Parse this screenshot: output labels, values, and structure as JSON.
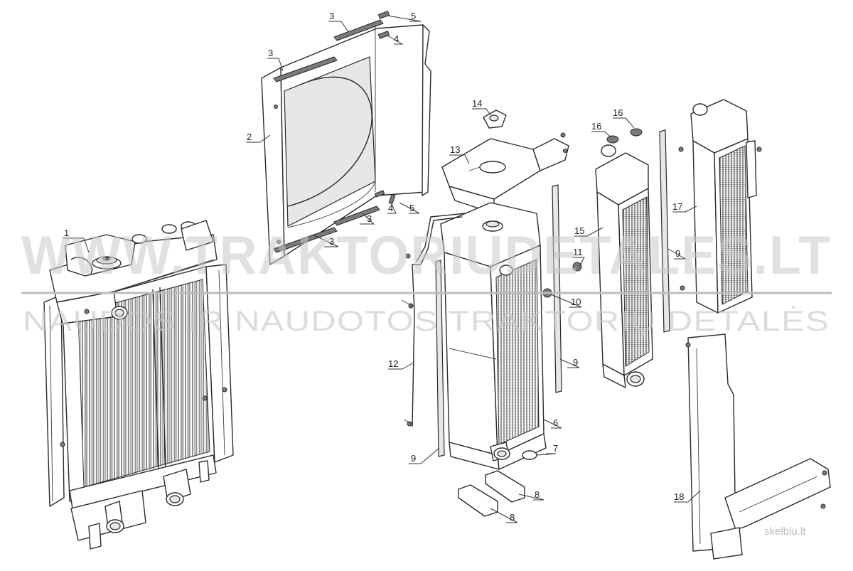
{
  "watermark": {
    "main": "WWW.TRAKTORIUDETALES.LT",
    "sub": "NAUDOS IR NAUDOTOS TRAKTORIŲ DETALĖS",
    "corner": "skelbiu.lt"
  },
  "callouts": [
    {
      "id": "c1",
      "label": "1"
    },
    {
      "id": "c2",
      "label": "2"
    },
    {
      "id": "c3a",
      "label": "3"
    },
    {
      "id": "c3b",
      "label": "3"
    },
    {
      "id": "c3c",
      "label": "3"
    },
    {
      "id": "c3d",
      "label": "3"
    },
    {
      "id": "c4a",
      "label": "4"
    },
    {
      "id": "c4b",
      "label": "4"
    },
    {
      "id": "c5a",
      "label": "5"
    },
    {
      "id": "c5b",
      "label": "5"
    },
    {
      "id": "c6",
      "label": "6"
    },
    {
      "id": "c7",
      "label": "7"
    },
    {
      "id": "c8a",
      "label": "8"
    },
    {
      "id": "c8b",
      "label": "8"
    },
    {
      "id": "c9a",
      "label": "9"
    },
    {
      "id": "c9b",
      "label": "9"
    },
    {
      "id": "c9c",
      "label": "9"
    },
    {
      "id": "c10",
      "label": "10"
    },
    {
      "id": "c11",
      "label": "11"
    },
    {
      "id": "c12",
      "label": "12"
    },
    {
      "id": "c13",
      "label": "13"
    },
    {
      "id": "c14",
      "label": "14"
    },
    {
      "id": "c15",
      "label": "15"
    },
    {
      "id": "c16a",
      "label": "16"
    },
    {
      "id": "c16b",
      "label": "16"
    },
    {
      "id": "c17",
      "label": "17"
    },
    {
      "id": "c18",
      "label": "18"
    }
  ]
}
